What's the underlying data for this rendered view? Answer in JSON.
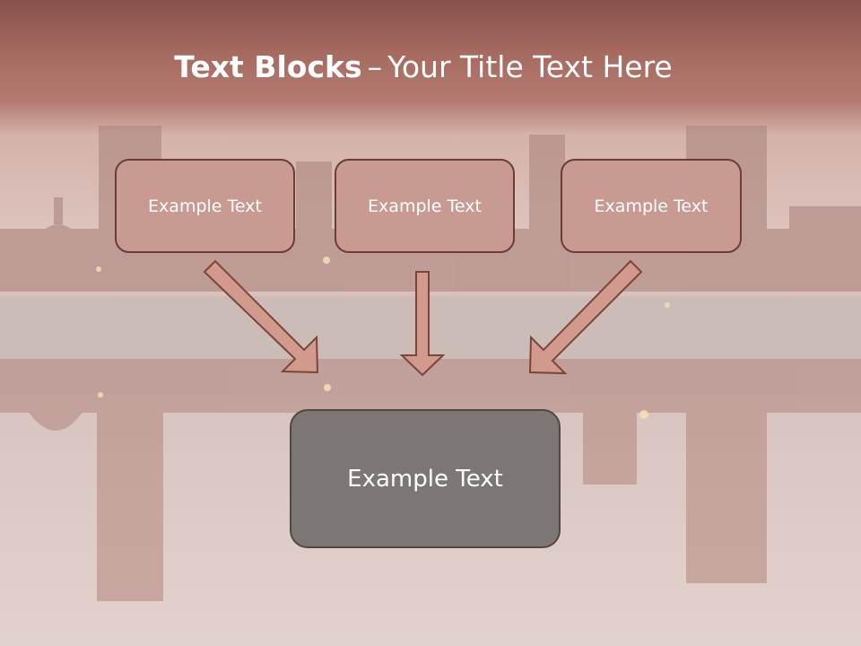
{
  "slide": {
    "title_bold": "Text Blocks",
    "title_separator": "–",
    "title_rest": "Your Title Text Here",
    "blocks": [
      "Example Text",
      "Example Text",
      "Example Text"
    ],
    "main_block": "Example Text"
  },
  "colors": {
    "title_bar": "#a66a60",
    "block_fill": "#c99a91",
    "block_border": "#6a3d35",
    "main_fill": "#7c7774",
    "arrow_fill": "#d19a8c",
    "arrow_stroke": "#7a4638"
  }
}
